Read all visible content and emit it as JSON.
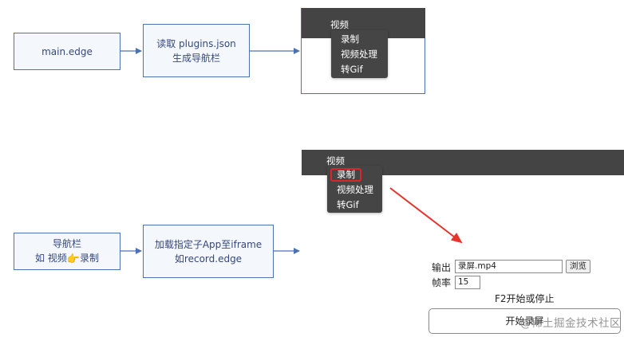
{
  "flow_top": {
    "box1": {
      "text": "main.edge"
    },
    "box2": {
      "line1": "读取 plugins.json",
      "line2": "生成导航栏"
    }
  },
  "flow_bottom": {
    "box1": {
      "line1": "导航栏",
      "line2_prefix": "如 视频",
      "hand_icon": "👉",
      "line2_suffix": "录制"
    },
    "box2": {
      "line1": "加载指定子App至iframe",
      "line2": "如record.edge"
    }
  },
  "mock_top": {
    "nav_label": "视频",
    "menu_items": [
      "录制",
      "视频处理",
      "转Gif"
    ]
  },
  "mock_bottom": {
    "nav_label": "视频",
    "menu_items": [
      "录制",
      "视频处理",
      "转Gif"
    ],
    "highlight_color": "#d9262b"
  },
  "record_form": {
    "output_label": "输出",
    "output_value": "录屏.mp4",
    "browse_label": "浏览",
    "fps_label": "帧率",
    "fps_value": "15",
    "hint": "F2开始或停止",
    "start_button": "开始录屏"
  },
  "watermark": "@稀土掘金技术社区",
  "colors": {
    "connector": "#4a72b5",
    "pointer_arrow": "#e8332b",
    "navbar": "#444444"
  }
}
